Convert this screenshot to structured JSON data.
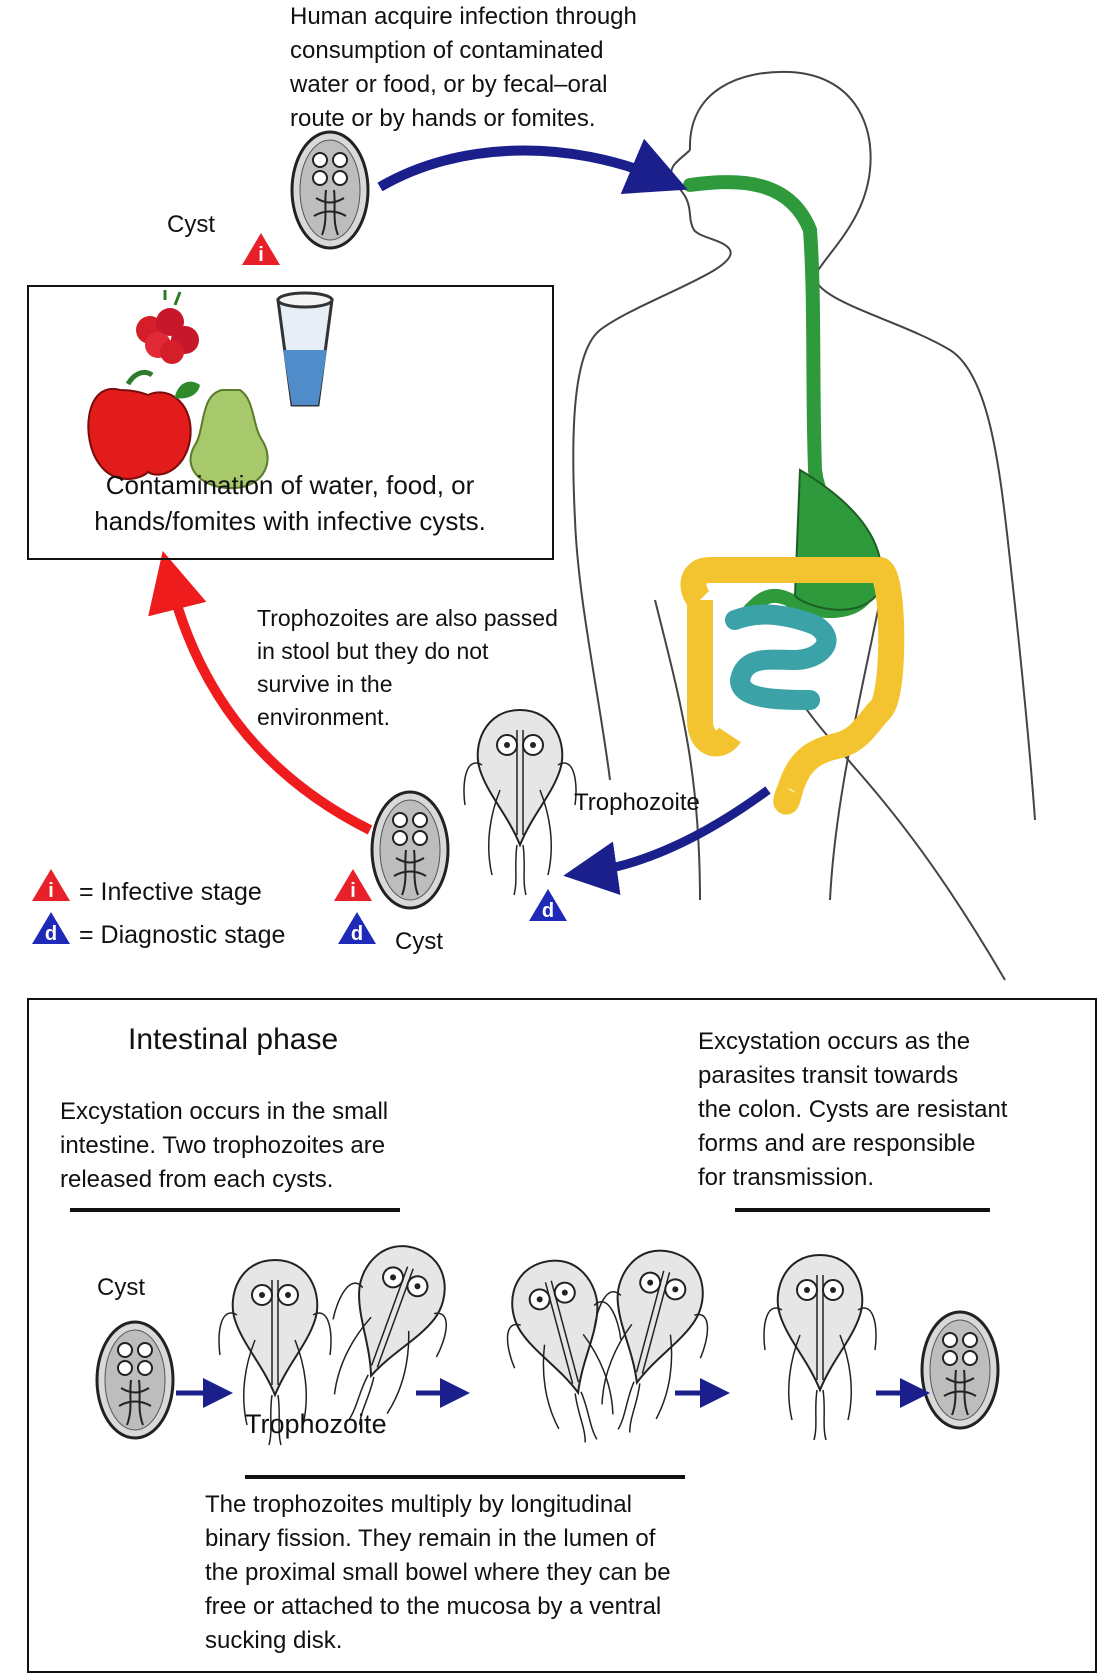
{
  "top": {
    "infection_text": [
      "Human acquire infection through",
      "consumption of contaminated",
      "water or food, or by fecal–oral",
      "route or by hands or fomites."
    ],
    "cyst_label": "Cyst",
    "contamination_text": [
      "Contamination of water, food, or",
      "hands/fomites with infective cysts."
    ],
    "stool_text": [
      "Trophozoites are also passed",
      "in stool but they do not",
      "survive in the",
      "environment."
    ],
    "trophozoite_label": "Trophozoite",
    "cyst_label_bottom": "Cyst",
    "badge_i": "i",
    "badge_d": "d",
    "legend": {
      "infective": "= Infective stage",
      "diagnostic": "= Diagnostic stage"
    }
  },
  "intestinal": {
    "title": "Intestinal phase",
    "excystation_small": [
      "Excystation occurs in the small",
      "intestine. Two trophozoites are",
      "released from each cysts."
    ],
    "excystation_colon": [
      "Excystation occurs as the",
      "parasites transit towards",
      "the colon. Cysts are resistant",
      "forms and are responsible",
      "for transmission."
    ],
    "cyst_label": "Cyst",
    "trophozoite_label": "Trophozoite",
    "fission_text": [
      "The trophozoites multiply by longitudinal",
      "binary fission. They remain in the lumen of",
      "the proximal small bowel where they can be",
      "free or attached to the mucosa by a ventral",
      "sucking disk."
    ]
  },
  "colors": {
    "infective": "#e8202a",
    "diagnostic": "#1f2bb8",
    "arrow_blue": "#1a1f8c",
    "arrow_red": "#ee1c1c",
    "gut_green": "#2f9a3c",
    "colon_yellow": "#f4c430",
    "small_intestine_teal": "#3ba3a8"
  },
  "icons": [
    "cyst-icon",
    "trophozoite-icon",
    "raspberry-icon",
    "apple-icon",
    "pear-icon",
    "water-glass-icon",
    "human-body-icon"
  ]
}
